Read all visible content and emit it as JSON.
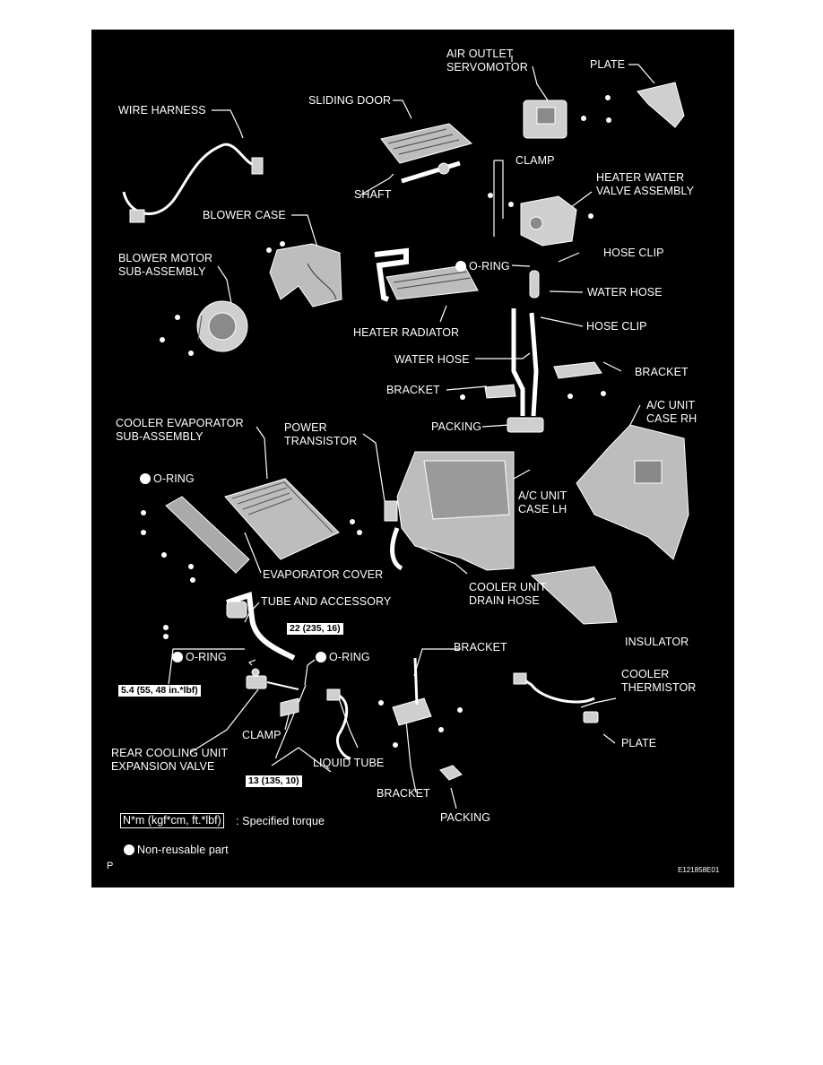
{
  "labels": {
    "air_outlet_servomotor": "AIR OUTLET\nSERVOMOTOR",
    "plate_top": "PLATE",
    "wire_harness": "WIRE HARNESS",
    "sliding_door": "SLIDING DOOR",
    "clamp_top": "CLAMP",
    "heater_water_valve": "HEATER WATER\nVALVE ASSEMBLY",
    "shaft": "SHAFT",
    "blower_case": "BLOWER CASE",
    "hose_clip_1": "HOSE CLIP",
    "blower_motor": "BLOWER MOTOR\nSUB-ASSEMBLY",
    "o_ring_1": "O-RING",
    "water_hose_1": "WATER HOSE",
    "hose_clip_2": "HOSE CLIP",
    "heater_radiator": "HEATER RADIATOR",
    "water_hose_2": "WATER HOSE",
    "bracket_1": "BRACKET",
    "bracket_2": "BRACKET",
    "ac_unit_case_rh": "A/C UNIT\nCASE RH",
    "packing_1": "PACKING",
    "cooler_evaporator": "COOLER EVAPORATOR\nSUB-ASSEMBLY",
    "power_transistor": "POWER\nTRANSISTOR",
    "o_ring_2": "O-RING",
    "ac_unit_case_lh": "A/C UNIT\nCASE LH",
    "evaporator_cover": "EVAPORATOR COVER",
    "cooler_unit_drain_hose": "COOLER UNIT\nDRAIN HOSE",
    "tube_and_accessory": "TUBE AND ACCESSORY",
    "insulator": "INSULATOR",
    "o_ring_3": "O-RING",
    "o_ring_4": "O-RING",
    "bracket_3": "BRACKET",
    "cooler_thermistor": "COOLER\nTHERMISTOR",
    "clamp_bottom": "CLAMP",
    "plate_bottom": "PLATE",
    "rear_cooling_unit": "REAR COOLING UNIT\nEXPANSION VALVE",
    "liquid_tube": "LIQUID TUBE",
    "bracket_4": "BRACKET",
    "packing_2": "PACKING"
  },
  "torques": {
    "t1": "22 (235, 16)",
    "t2": "5.4 (55, 48 in.*lbf)",
    "t3": "13 (135, 10)"
  },
  "legend": {
    "torque_box": "N*m (kgf*cm, ft.*lbf)",
    "torque_text": ": Specified torque",
    "non_reusable": "Non-reusable part"
  },
  "corner": {
    "letter": "P",
    "code": "E121858E01"
  },
  "colors": {
    "background": "#000000",
    "lines": "#ffffff",
    "parts": "#cfcfcf"
  }
}
